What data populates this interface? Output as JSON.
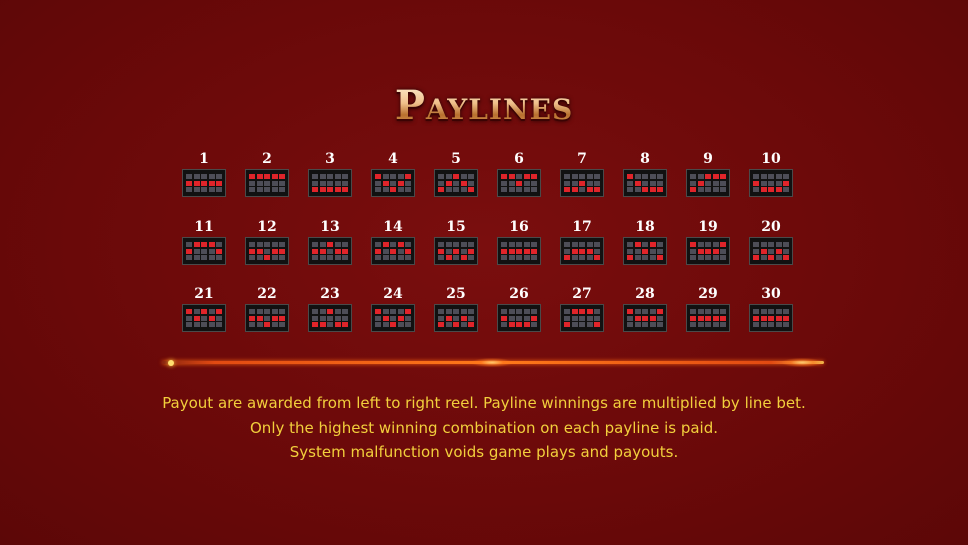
{
  "title": "Paylines",
  "paylines": [
    {
      "number": "1",
      "rows": [
        [
          0,
          0,
          0,
          0,
          0
        ],
        [
          1,
          1,
          1,
          1,
          1
        ],
        [
          0,
          0,
          0,
          0,
          0
        ]
      ]
    },
    {
      "number": "2",
      "rows": [
        [
          1,
          1,
          1,
          1,
          1
        ],
        [
          0,
          0,
          0,
          0,
          0
        ],
        [
          0,
          0,
          0,
          0,
          0
        ]
      ]
    },
    {
      "number": "3",
      "rows": [
        [
          0,
          0,
          0,
          0,
          0
        ],
        [
          0,
          0,
          0,
          0,
          0
        ],
        [
          1,
          1,
          1,
          1,
          1
        ]
      ]
    },
    {
      "number": "4",
      "rows": [
        [
          1,
          0,
          0,
          0,
          1
        ],
        [
          0,
          1,
          0,
          1,
          0
        ],
        [
          0,
          0,
          1,
          0,
          0
        ]
      ]
    },
    {
      "number": "5",
      "rows": [
        [
          0,
          0,
          1,
          0,
          0
        ],
        [
          0,
          1,
          0,
          1,
          0
        ],
        [
          1,
          0,
          0,
          0,
          1
        ]
      ]
    },
    {
      "number": "6",
      "rows": [
        [
          1,
          1,
          0,
          1,
          1
        ],
        [
          0,
          0,
          1,
          0,
          0
        ],
        [
          0,
          0,
          0,
          0,
          0
        ]
      ]
    },
    {
      "number": "7",
      "rows": [
        [
          0,
          0,
          0,
          0,
          0
        ],
        [
          0,
          0,
          1,
          0,
          0
        ],
        [
          1,
          1,
          0,
          1,
          1
        ]
      ]
    },
    {
      "number": "8",
      "rows": [
        [
          1,
          0,
          0,
          0,
          0
        ],
        [
          0,
          1,
          0,
          0,
          0
        ],
        [
          0,
          0,
          1,
          1,
          1
        ]
      ]
    },
    {
      "number": "9",
      "rows": [
        [
          0,
          0,
          1,
          1,
          1
        ],
        [
          0,
          1,
          0,
          0,
          0
        ],
        [
          1,
          0,
          0,
          0,
          0
        ]
      ]
    },
    {
      "number": "10",
      "rows": [
        [
          0,
          0,
          0,
          0,
          0
        ],
        [
          1,
          0,
          0,
          0,
          1
        ],
        [
          0,
          1,
          1,
          1,
          0
        ]
      ]
    },
    {
      "number": "11",
      "rows": [
        [
          0,
          1,
          1,
          1,
          0
        ],
        [
          1,
          0,
          0,
          0,
          1
        ],
        [
          0,
          0,
          0,
          0,
          0
        ]
      ]
    },
    {
      "number": "12",
      "rows": [
        [
          0,
          0,
          0,
          0,
          0
        ],
        [
          1,
          1,
          0,
          1,
          1
        ],
        [
          0,
          0,
          1,
          0,
          0
        ]
      ]
    },
    {
      "number": "13",
      "rows": [
        [
          0,
          0,
          1,
          0,
          0
        ],
        [
          1,
          1,
          0,
          1,
          1
        ],
        [
          0,
          0,
          0,
          0,
          0
        ]
      ]
    },
    {
      "number": "14",
      "rows": [
        [
          0,
          1,
          0,
          1,
          0
        ],
        [
          1,
          0,
          1,
          0,
          1
        ],
        [
          0,
          0,
          0,
          0,
          0
        ]
      ]
    },
    {
      "number": "15",
      "rows": [
        [
          0,
          0,
          0,
          0,
          0
        ],
        [
          1,
          0,
          1,
          0,
          1
        ],
        [
          0,
          1,
          0,
          1,
          0
        ]
      ]
    },
    {
      "number": "16",
      "rows": [
        [
          0,
          0,
          0,
          0,
          0
        ],
        [
          1,
          1,
          1,
          1,
          1
        ],
        [
          0,
          0,
          0,
          0,
          0
        ]
      ]
    },
    {
      "number": "17",
      "rows": [
        [
          0,
          0,
          0,
          0,
          0
        ],
        [
          0,
          1,
          1,
          1,
          0
        ],
        [
          1,
          0,
          0,
          0,
          1
        ]
      ]
    },
    {
      "number": "18",
      "rows": [
        [
          0,
          1,
          0,
          1,
          0
        ],
        [
          0,
          0,
          1,
          0,
          0
        ],
        [
          1,
          0,
          0,
          0,
          1
        ]
      ]
    },
    {
      "number": "19",
      "rows": [
        [
          1,
          0,
          0,
          0,
          1
        ],
        [
          0,
          1,
          1,
          1,
          0
        ],
        [
          0,
          0,
          0,
          0,
          0
        ]
      ]
    },
    {
      "number": "20",
      "rows": [
        [
          0,
          0,
          0,
          0,
          0
        ],
        [
          0,
          1,
          0,
          1,
          0
        ],
        [
          1,
          0,
          1,
          0,
          1
        ]
      ]
    },
    {
      "number": "21",
      "rows": [
        [
          1,
          0,
          1,
          0,
          1
        ],
        [
          0,
          1,
          0,
          1,
          0
        ],
        [
          0,
          0,
          0,
          0,
          0
        ]
      ]
    },
    {
      "number": "22",
      "rows": [
        [
          0,
          0,
          0,
          0,
          0
        ],
        [
          1,
          1,
          0,
          1,
          1
        ],
        [
          0,
          0,
          1,
          0,
          0
        ]
      ]
    },
    {
      "number": "23",
      "rows": [
        [
          0,
          0,
          1,
          0,
          0
        ],
        [
          0,
          0,
          0,
          0,
          0
        ],
        [
          1,
          1,
          0,
          1,
          1
        ]
      ]
    },
    {
      "number": "24",
      "rows": [
        [
          1,
          0,
          0,
          0,
          1
        ],
        [
          0,
          1,
          0,
          1,
          0
        ],
        [
          0,
          0,
          1,
          0,
          0
        ]
      ]
    },
    {
      "number": "25",
      "rows": [
        [
          0,
          0,
          0,
          0,
          0
        ],
        [
          0,
          1,
          0,
          1,
          0
        ],
        [
          1,
          0,
          1,
          0,
          1
        ]
      ]
    },
    {
      "number": "26",
      "rows": [
        [
          0,
          0,
          0,
          0,
          0
        ],
        [
          1,
          0,
          0,
          0,
          1
        ],
        [
          0,
          1,
          1,
          1,
          0
        ]
      ]
    },
    {
      "number": "27",
      "rows": [
        [
          0,
          1,
          1,
          1,
          0
        ],
        [
          0,
          0,
          0,
          0,
          0
        ],
        [
          1,
          0,
          0,
          0,
          1
        ]
      ]
    },
    {
      "number": "28",
      "rows": [
        [
          1,
          0,
          0,
          0,
          1
        ],
        [
          0,
          1,
          1,
          1,
          0
        ],
        [
          0,
          0,
          0,
          0,
          0
        ]
      ]
    },
    {
      "number": "29",
      "rows": [
        [
          0,
          0,
          0,
          0,
          0
        ],
        [
          1,
          1,
          1,
          1,
          1
        ],
        [
          0,
          0,
          0,
          0,
          0
        ]
      ]
    },
    {
      "number": "30",
      "rows": [
        [
          0,
          0,
          0,
          0,
          0
        ],
        [
          1,
          1,
          1,
          1,
          1
        ],
        [
          0,
          0,
          0,
          0,
          0
        ]
      ]
    }
  ],
  "rules": [
    "Payout are awarded from left to right reel. Payline winnings are multiplied by line bet.",
    "Only the highest winning combination on each payline is paid.",
    "System malfunction voids game plays and payouts."
  ],
  "colors": {
    "background": "#6f0a0a",
    "active_cell": "#e0242a",
    "inactive_cell": "#4d4d57",
    "rules_text": "#f2cf3c",
    "title": "#e9b98a"
  }
}
